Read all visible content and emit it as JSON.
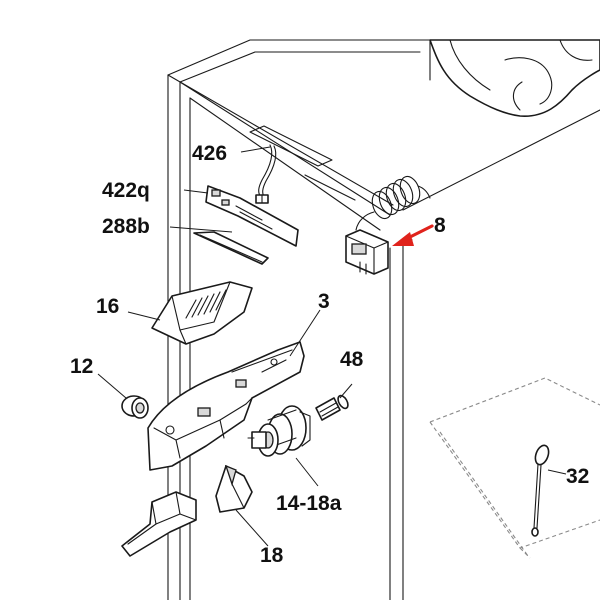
{
  "diagram": {
    "callouts": [
      {
        "id": "c426",
        "text": "426"
      },
      {
        "id": "c422q",
        "text": "422q"
      },
      {
        "id": "c288b",
        "text": "288b"
      },
      {
        "id": "c8",
        "text": "8"
      },
      {
        "id": "c16",
        "text": "16"
      },
      {
        "id": "c3",
        "text": "3"
      },
      {
        "id": "c12",
        "text": "12"
      },
      {
        "id": "c48",
        "text": "48"
      },
      {
        "id": "c14_18a",
        "text": "14-18a"
      },
      {
        "id": "c18",
        "text": "18"
      },
      {
        "id": "c32",
        "text": "32"
      }
    ],
    "colors": {
      "line": "#1a1a1a",
      "arrow": "#e0231c",
      "dashed": "#8a8a8a",
      "background": "#ffffff"
    }
  }
}
